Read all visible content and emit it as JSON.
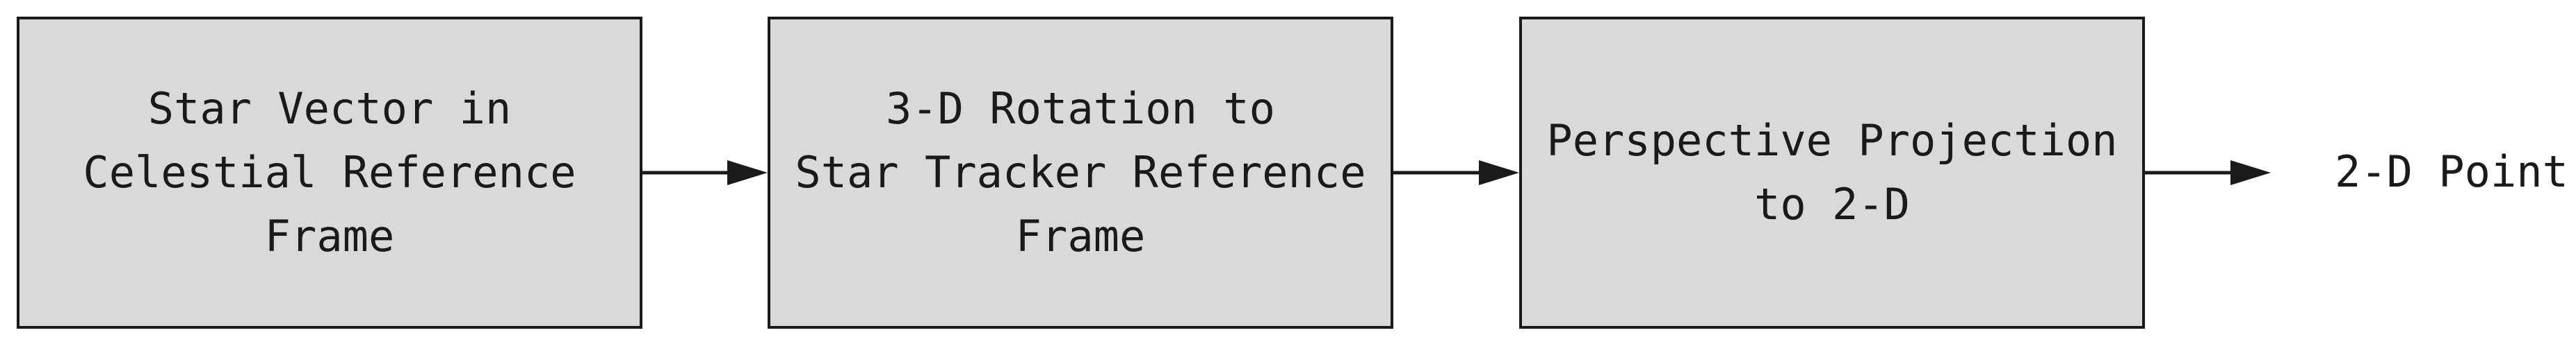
{
  "diagram": {
    "blocks": [
      {
        "label": "Star Vector in\nCelestial Reference\nFrame"
      },
      {
        "label": "3-D Rotation to\nStar Tracker Reference\nFrame"
      },
      {
        "label": "Perspective Projection\nto 2-D"
      }
    ],
    "output": {
      "label": "2-D Point"
    },
    "colors": {
      "block_fill": "#d9d9d9",
      "stroke": "#1a1a1a",
      "background": "#ffffff"
    }
  }
}
